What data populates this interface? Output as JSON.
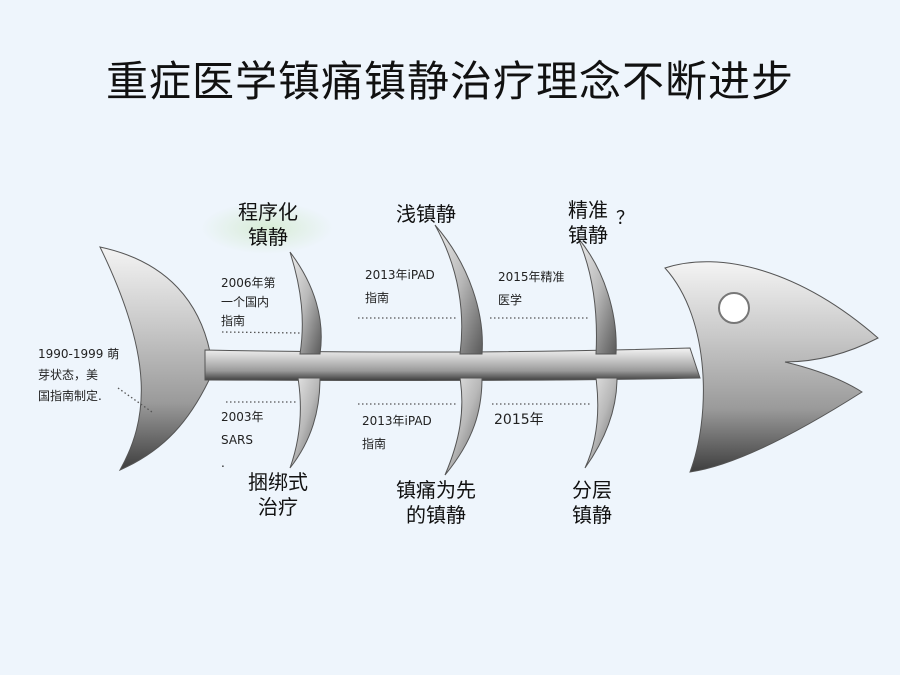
{
  "title": "重症医学镇痛镇静治疗理念不断进步",
  "branches": {
    "top1": "程序化\n镇静",
    "top2": "浅镇静",
    "top3": "精准\n镇静",
    "top3_mark": "？",
    "bottom1": "捆绑式\n治疗",
    "bottom2": "镇痛为先\n的镇静",
    "bottom3": "分层\n镇静"
  },
  "notes": {
    "tail": "1990-1999 萌\n芽状态，美\n国指南制定.",
    "top1": "2006年第\n一个国内\n指南",
    "top2": "2013年iPAD\n指南",
    "top3": "2015年精准\n医学",
    "bottom1": "2003年\nSARS\n.",
    "bottom2": "2013年iPAD\n指南",
    "bottom3": "2015年"
  }
}
